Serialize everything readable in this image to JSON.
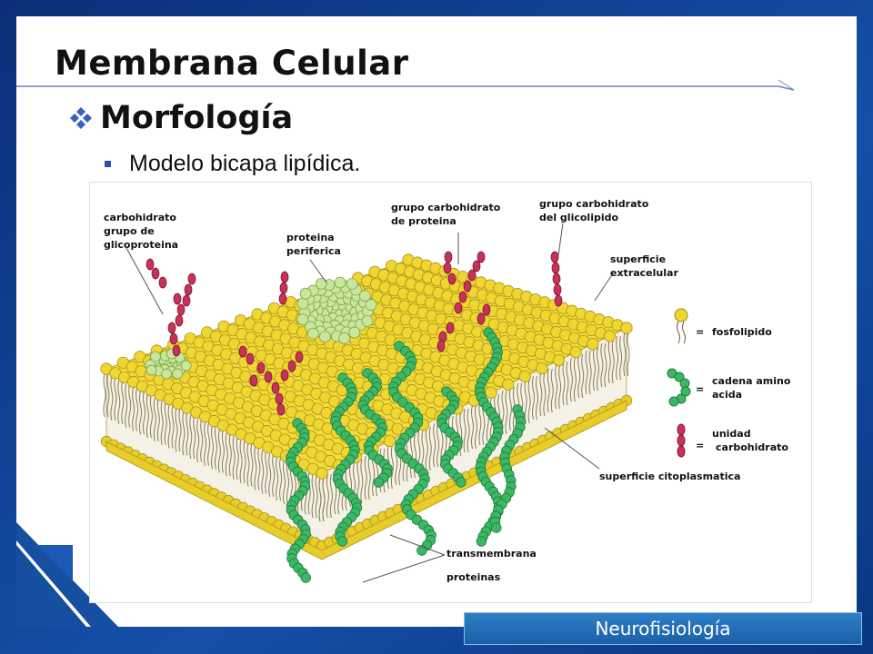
{
  "slide": {
    "title": "Membrana Celular",
    "heading": "Morfología",
    "subpoint": "Modelo bicapa lipídica.",
    "footer": "Neurofisiología"
  },
  "diagram": {
    "labels": {
      "carbohidrato_glicoproteina": [
        "carbohidrato",
        "grupo de",
        "glicoproteina"
      ],
      "proteina_periferica": [
        "proteina",
        "periferica"
      ],
      "carbohidrato_proteina": [
        "grupo carbohidrato",
        "de proteina"
      ],
      "carbohidrato_glicolipido": [
        "grupo carbohidrato",
        "del glicolipido"
      ],
      "superficie_extracelular": [
        "superficie",
        "extracelular"
      ],
      "superficie_citoplasmatica": "superficie citoplasmatica",
      "transmembrana": [
        "transmembrana",
        "proteinas"
      ]
    },
    "legend": {
      "fosfolipido": "fosfolipido",
      "cadena": [
        "cadena amino",
        "acida"
      ],
      "unidad": [
        "unidad",
        "carbohidrato"
      ],
      "equals": "="
    },
    "colors": {
      "lipid_head": "#f0d630",
      "amino_chain": "#3cb865",
      "carbohydrate": "#c8325a",
      "peripheral_protein": "#c9e79a",
      "tail": "#8a7a50"
    }
  }
}
